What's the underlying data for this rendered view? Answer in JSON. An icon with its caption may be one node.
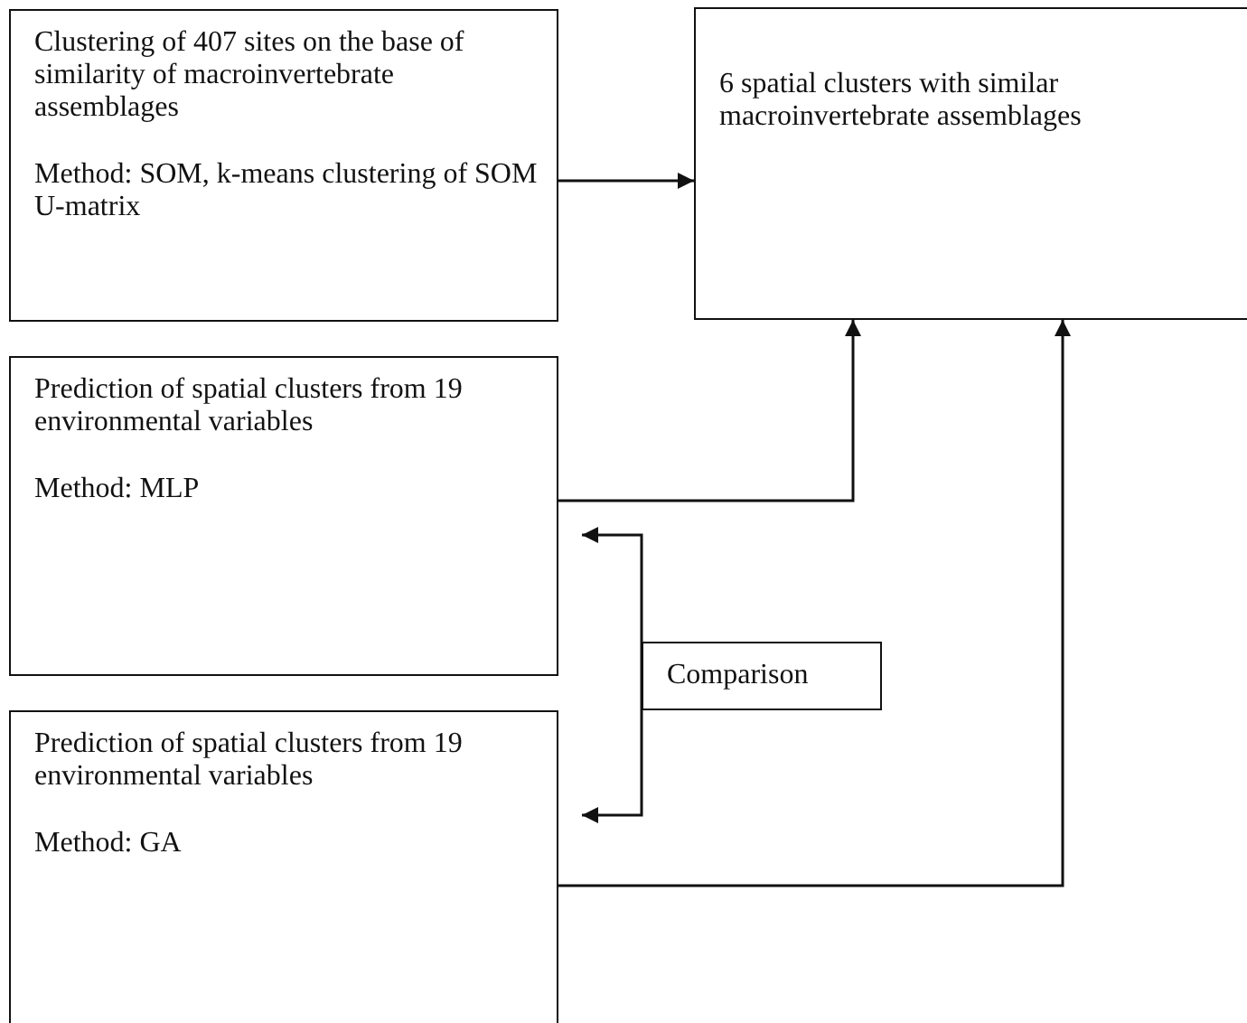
{
  "diagram": {
    "nodes": [
      {
        "text": [
          "Clustering of 407 sites on the base of similarity of macroinvertebrate assemblages",
          "Method: SOM, k-means clustering of SOM U-matrix"
        ]
      },
      {
        "text": [
          "6 spatial clusters with similar macroinvertebrate assemblages"
        ]
      },
      {
        "text": [
          "Prediction of spatial clusters from 19 environmental variables",
          "Method: MLP"
        ]
      },
      {
        "text": [
          "Comparison"
        ]
      },
      {
        "text": [
          "Prediction of spatial clusters from 19 environmental variables",
          "Method: GA"
        ]
      }
    ],
    "edges": [
      {
        "from": 0,
        "to": 1,
        "arrow": "to"
      },
      {
        "from": 2,
        "to": 1,
        "arrow": "to"
      },
      {
        "from": 4,
        "to": 1,
        "arrow": "to"
      },
      {
        "from": 3,
        "to": 2,
        "arrow": "to"
      },
      {
        "from": 3,
        "to": 4,
        "arrow": "to"
      }
    ]
  }
}
